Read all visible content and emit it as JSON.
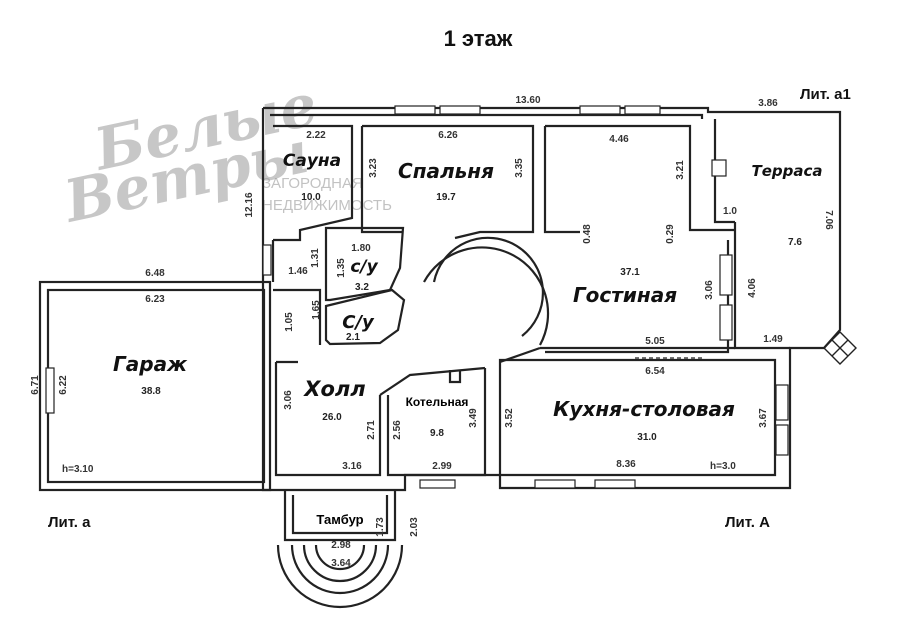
{
  "title": "1 этаж",
  "watermark": {
    "brand_line1": "Белые",
    "brand_line2": "Ветры",
    "sub_line1": "ЗАГОРОДНАЯ",
    "sub_line2": "НЕДВИЖИМОСТЬ"
  },
  "letters": {
    "lit_a1": "Лит. а1",
    "lit_a": "Лит. а",
    "lit_A": "Лит. А"
  },
  "rooms": {
    "sauna": {
      "name": "Сауна",
      "area": "10.0"
    },
    "bedroom": {
      "name": "Спальня",
      "area": "19.7"
    },
    "terrace": {
      "name": "Терраса",
      "area": "7.6"
    },
    "bath1": {
      "name": "с/у",
      "area": "3.2"
    },
    "bath2": {
      "name": "С/у",
      "area": "2.1"
    },
    "living": {
      "name": "Гостиная",
      "area": "37.1"
    },
    "garage": {
      "name": "Гараж",
      "area": "38.8",
      "height": "h=3.10"
    },
    "hall": {
      "name": "Холл",
      "area": "26.0"
    },
    "boiler": {
      "name": "Котельная",
      "area": "9.8"
    },
    "kitchen": {
      "name": "Кухня-столовая",
      "area": "31.0",
      "height": "h=3.0"
    },
    "vestibule": {
      "name": "Тамбур"
    }
  },
  "dimensions": {
    "overall_top": "13.60",
    "terrace_top": "3.86",
    "sauna_w": "2.22",
    "bedroom_w": "6.26",
    "living_w": "4.46",
    "bedroom_h_left": "3.23",
    "bedroom_h_right": "3.35",
    "living_upper_right": "3.21",
    "left_wing": "12.16",
    "terrace_inner": "1.0",
    "terrace_right": "7.06",
    "living_left": "0.48",
    "living_left2": "0.29",
    "bath_w": "1.80",
    "bath_h": "1.35",
    "bath_side": "1.31",
    "corridor_w": "1.46",
    "garage_outer_w": "6.48",
    "garage_inner_w": "6.23",
    "corridor_h": "1.05",
    "bath2_h": "1.65",
    "living_right": "3.06",
    "terrace_side": "4.06",
    "terrace_bottom": "1.49",
    "living_bottom": "5.05",
    "kitchen_top": "6.54",
    "garage_outer_h": "6.71",
    "garage_inner_h": "6.22",
    "hall_h": "3.06",
    "hall_right": "2.71",
    "boiler_left": "2.56",
    "boiler_right": "3.49",
    "kitchen_left": "3.52",
    "kitchen_right": "3.67",
    "hall_bottom": "3.16",
    "boiler_bottom": "2.99",
    "kitchen_bottom": "8.36",
    "vest_right_in": "1.73",
    "vest_right_out": "2.03",
    "vest_w": "2.98",
    "porch_w": "3.64"
  }
}
